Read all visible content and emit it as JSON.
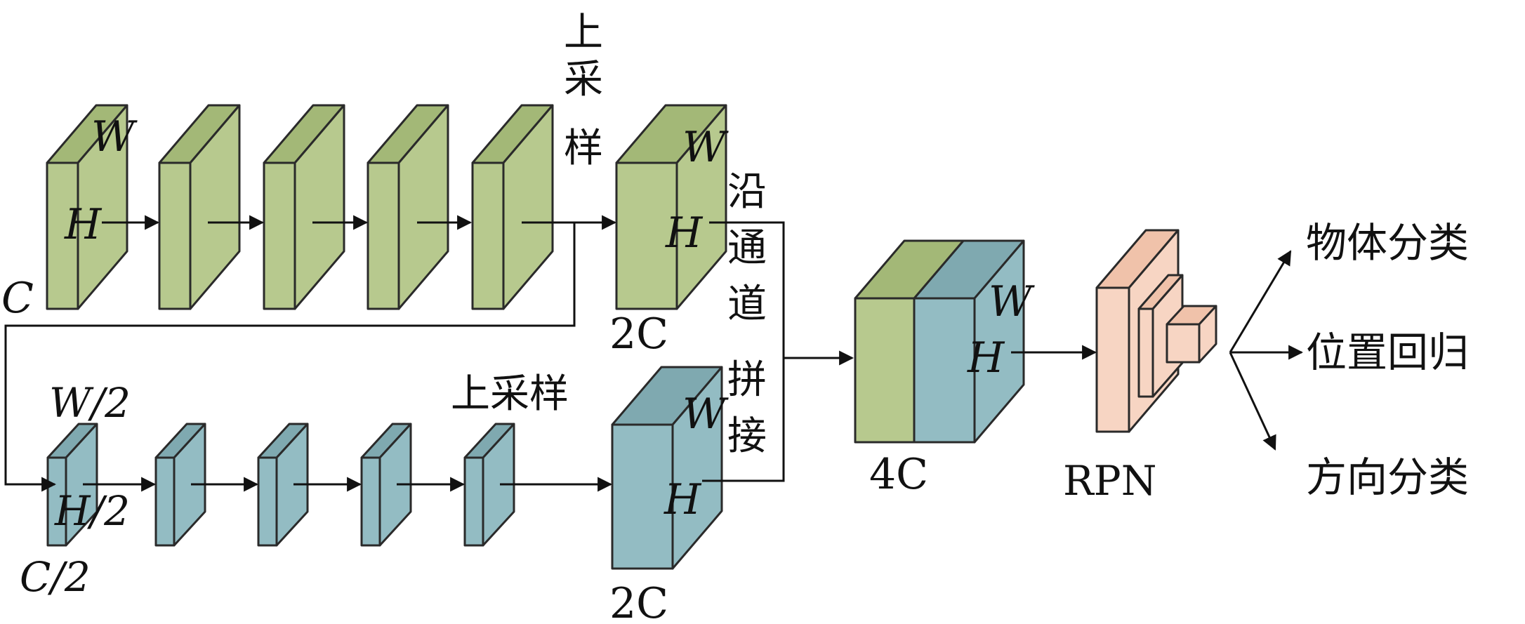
{
  "labels": {
    "top_W": "W",
    "top_H": "H",
    "top_C": "C",
    "top_up_sample": [
      "上",
      "采",
      "样"
    ],
    "top_2C_W": "W",
    "top_2C_H": "H",
    "top_2C": "2C",
    "concat_text": [
      "沿",
      "通",
      "道",
      "拼",
      "接"
    ],
    "bot_W2": "W/2",
    "bot_H2": "H/2",
    "bot_C2": "C/2",
    "bot_up_sample": "上采样",
    "bot_2C_W": "W",
    "bot_2C_H": "H",
    "bot_2C": "2C",
    "merge_W": "W",
    "merge_H": "H",
    "merge_4C": "4C",
    "rpn": "RPN",
    "out_cls": "物体分类",
    "out_reg": "位置回归",
    "out_dir": "方向分类"
  },
  "colors": {
    "green": "#b7c98e",
    "green_top": "#a3b877",
    "green_side": "#c8d7a2",
    "blue": "#93bcc3",
    "blue_top": "#7fa9b0",
    "blue_side": "#a9cdd3",
    "peach": "#f7d5c3",
    "peach_top": "#f0c2aa",
    "edge": "#111111"
  }
}
